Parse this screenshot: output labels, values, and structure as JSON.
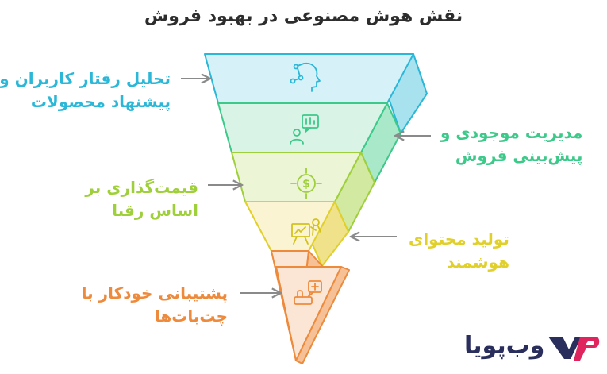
{
  "title": "نقش هوش مصنوعی در بهبود فروش",
  "stages": [
    {
      "label_lines": [
        "تحلیل رفتار کاربران و",
        "پیشنهاد محصولات"
      ],
      "side": "left",
      "color": "#2bb7d8",
      "fill": "#d6f1f7",
      "icon": "head-network-icon"
    },
    {
      "label_lines": [
        "مدیریت موجودی و",
        "پیش‌بینی فروش"
      ],
      "side": "right",
      "color": "#3cc98a",
      "fill": "#d9f4e6",
      "icon": "person-chart-icon"
    },
    {
      "label_lines": [
        "قیمت‌گذاری بر",
        "اساس رقبا"
      ],
      "side": "left",
      "color": "#9fcf3a",
      "fill": "#ecf6d6",
      "icon": "dollar-target-icon"
    },
    {
      "label_lines": [
        "تولید محتوای",
        "هوشمند"
      ],
      "side": "right",
      "color": "#e1cf2a",
      "fill": "#faf4d2",
      "icon": "presentation-icon"
    },
    {
      "label_lines": [
        "پشتیبانی خودکار با",
        "چت‌بات‌ها"
      ],
      "side": "left",
      "color": "#ee8a3c",
      "fill": "#fbe6d6",
      "icon": "chat-support-icon"
    }
  ],
  "logo": {
    "text": "وب‌پویا",
    "color": "#2a2e5c"
  }
}
